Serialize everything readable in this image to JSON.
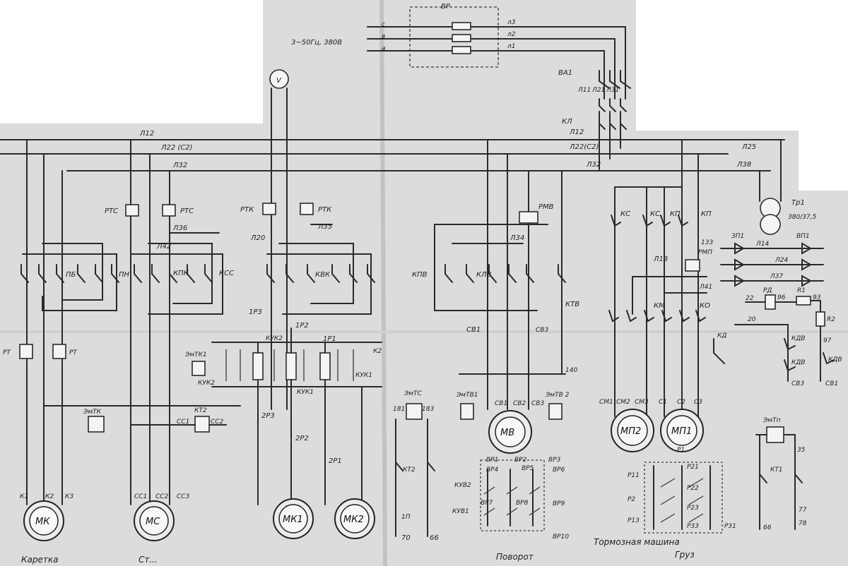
{
  "supply": {
    "label": "3~50Гц, 380В",
    "switch": "ВР",
    "bus_a": "л3",
    "bus_b": "л2",
    "bus_c": "л1"
  },
  "voltmeter": "V",
  "breaker": {
    "label": "ВА1",
    "taps": [
      "Л11",
      "Л21",
      "Л31"
    ]
  },
  "main_contactor": "КЛ",
  "buses": {
    "l12a": "Л12",
    "l22a": "Л22 (С2)",
    "l32a": "Л32",
    "l12b": "Л12",
    "l22b": "Л22(С2)",
    "l32b": "Л32",
    "l25": "Л25",
    "l38": "Л38"
  },
  "left_relays": {
    "rts1": "РТС",
    "rts2": "РТС",
    "rtk1": "РТК",
    "rtk2": "РТК",
    "rt1": "РТ",
    "rt2": "РТ"
  },
  "left_wires": {
    "l36": "Л36",
    "l42": "Л42",
    "l20": "Л20",
    "l35": "Л35",
    "r3": "1Р3",
    "r2": "1Р2",
    "r1": "1Р1",
    "p3": "2Р3",
    "p2": "2Р2",
    "p1": "2Р1"
  },
  "left_contactors": {
    "pb": "ПБ",
    "pn": "ПН",
    "kpk": "КПК",
    "kss": "КСС",
    "kvk": "КВК"
  },
  "resistor_block": {
    "emtk1": "ЭмТК1",
    "kuk2_a": "КУК2",
    "kuk2_b": "КУК2",
    "kuk1_a": "КУК1",
    "kuk1_b": "КУК1",
    "k2": "К2"
  },
  "left_coils": {
    "emtk": "ЭмТК",
    "kt2": "КТ2",
    "ss1": "СС1",
    "ss2": "СС2"
  },
  "motor_mk": {
    "label": "МК",
    "t1": "К1",
    "t2": "К2",
    "t3": "К3"
  },
  "motor_ms": {
    "label": "МС",
    "t1": "СС1",
    "t2": "СС2",
    "t3": "СС3"
  },
  "motor_mk1": {
    "label": "МК1"
  },
  "motor_mk2": {
    "label": "МК2"
  },
  "section_carriage": "Каретка",
  "section_table": "Ст...",
  "middle": {
    "rmv": "РМВ",
    "l34": "Л34",
    "kpv": "КПВ",
    "klv": "КЛВ",
    "ktv": "КТВ",
    "sv1": "СВ1",
    "sv3": "СВ3",
    "w140": "140",
    "emtv1": "ЭмТВ1",
    "emtv2": "ЭмТВ 2",
    "emts": "ЭмТС",
    "t181": "181",
    "t183": "183",
    "kt2": "КТ2",
    "w70": "70",
    "w66": "66",
    "w1p": "1П"
  },
  "motor_mv": {
    "label": "МВ",
    "t1": "СВ1",
    "t2": "СВ2",
    "t3": "СВ3"
  },
  "rotation_switch": {
    "vr1": "ВР1",
    "vr2": "ВР2",
    "vr3": "ВР3",
    "vr4": "ВР4",
    "vr5": "ВР5",
    "vr6": "ВР6",
    "vr7": "ВР7",
    "vr8": "ВР8",
    "vr9": "ВР9",
    "vr10": "ВР10",
    "kuv2": "КУВ2",
    "kuv1": "КУВ1"
  },
  "section_rotation": "Поворот",
  "right": {
    "ks1": "КС",
    "ks2": "КС",
    "kp": "КП",
    "kp2": "КП",
    "w133": "133",
    "rmp": "РМП",
    "l13": "Л13",
    "l41": "Л41",
    "km": "КМ",
    "ko": "КО"
  },
  "motor_mp2": {
    "label": "МП2",
    "t1": "СМ1",
    "t2": "СМ2",
    "t3": "СМ3"
  },
  "motor_mp1": {
    "label": "МП1",
    "t1": "С1",
    "t2": "С2",
    "t3": "С3"
  },
  "cargo_switch": {
    "p1": "Р1",
    "r11": "Р11",
    "r21": "Р21",
    "r2": "Р2",
    "r22": "Р22",
    "r13": "Р13",
    "r23": "Р23",
    "r33": "Р33",
    "r31": "Р31"
  },
  "section_brake": "Тормозная машина",
  "section_cargo": "Груз",
  "transformer": {
    "label": "Тр1",
    "ratio": "380/37,5"
  },
  "rectifier": {
    "zp1": "ЗП1",
    "vp1": "ВП1",
    "l14": "Л14",
    "l24": "Л24",
    "l37": "Л37"
  },
  "brake_circuit": {
    "w22": "22",
    "rd": "РД",
    "w96": "96",
    "r1": "R1",
    "w93": "93",
    "w20": "20",
    "kd": "КД",
    "kdv1": "КДВ",
    "kdv2": "КДВ",
    "kdv3": "КДВ",
    "sv3": "СВ3",
    "sv1": "СВ1",
    "r2": "R2",
    "w97": "97",
    "emtp": "ЭмТп",
    "kt1": "КТ1",
    "w35": "35",
    "w77": "77",
    "w78": "78",
    "w66b": "66"
  }
}
